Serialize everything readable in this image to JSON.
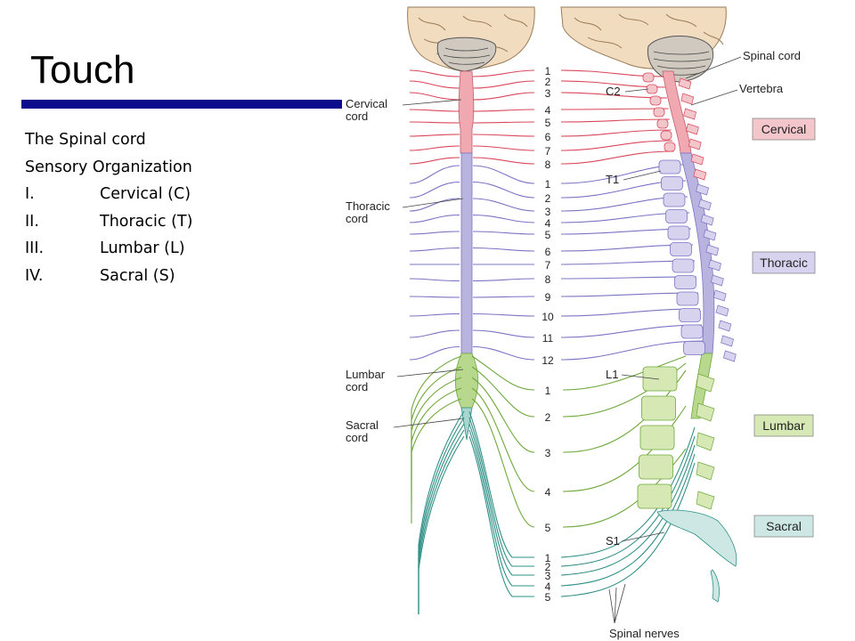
{
  "title": "Touch",
  "intro_lines": [
    "The Spinal cord",
    "Sensory Organization"
  ],
  "list": [
    {
      "num": "I.",
      "text": "Cervical (C)"
    },
    {
      "num": "II.",
      "text": "Thoracic (T)"
    },
    {
      "num": "III.",
      "text": "Lumbar (L)"
    },
    {
      "num": "IV.",
      "text": "Sacral (S)"
    }
  ],
  "diagram": {
    "left_labels": {
      "cervical": [
        "Cervical",
        "cord"
      ],
      "thoracic": [
        "Thoracic",
        "cord"
      ],
      "lumbar": [
        "Lumbar",
        "cord"
      ],
      "sacral": [
        "Sacral",
        "cord"
      ]
    },
    "right_labels": {
      "spinal_cord": "Spinal cord",
      "vertebra": "Vertebra",
      "c2": "C2",
      "t1": "T1",
      "l1": "L1",
      "s1": "S1",
      "spinal_nerves": "Spinal nerves"
    },
    "segment_boxes": [
      {
        "label": "Cervical",
        "color": "#f3c6cc"
      },
      {
        "label": "Thoracic",
        "color": "#d7d3ee"
      },
      {
        "label": "Lumbar",
        "color": "#d6e9b4"
      },
      {
        "label": "Sacral",
        "color": "#cde8e4"
      }
    ],
    "nerve_numbers": {
      "cervical": [
        "1",
        "2",
        "3",
        "4",
        "5",
        "6",
        "7",
        "8"
      ],
      "thoracic": [
        "1",
        "2",
        "3",
        "4",
        "5",
        "6",
        "7",
        "8",
        "9",
        "10",
        "11",
        "12"
      ],
      "lumbar": [
        "1",
        "2",
        "3",
        "4",
        "5"
      ],
      "sacral": [
        "1",
        "2",
        "3",
        "4",
        "5"
      ]
    },
    "colors": {
      "cervical": "#d9475a",
      "thoracic": "#7b74c4",
      "lumbar": "#6ea83a",
      "sacral": "#2f8f86",
      "accent_bar": "#0b0b8c"
    }
  }
}
